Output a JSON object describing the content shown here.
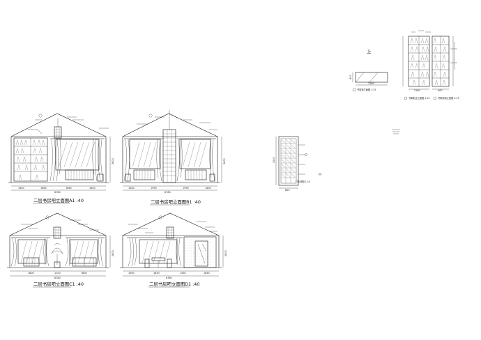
{
  "elevations": [
    {
      "id": "a1",
      "caption": "二层书房吧立面图A1 :40",
      "total_dim": "6780",
      "height_dim": "2800",
      "sub_dims": [
        "1400",
        "1680",
        "1680",
        "1400"
      ]
    },
    {
      "id": "b1",
      "caption": "二层书房吧立面图B1 :40",
      "total_dim": "6780",
      "height_dim": "2800",
      "sub_dims": [
        "1400",
        "1990",
        "1990",
        "1400"
      ]
    },
    {
      "id": "c1",
      "caption": "二层书房吧立面图C1 :40",
      "total_dim": "6780",
      "height_dim": "2800",
      "sub_dims": [
        "1800",
        "1100",
        "1800"
      ]
    },
    {
      "id": "d1",
      "caption": "二层书房吧立面图D1 :40",
      "total_dim": "6780",
      "height_dim": "2800",
      "sub_dims": [
        "1560",
        "1850",
        "1430",
        "1850"
      ]
    }
  ],
  "door": {
    "caption": "门大样图 1:15",
    "height_dim": "2000",
    "width_dim": "800"
  },
  "shelf_plan": {
    "caption": "书架柜平面图 1:15",
    "width_dim": "2180",
    "depth_dim": "400"
  },
  "shelf_front": {
    "caption": "书架柜正立面图 1:15",
    "width_dim": "2180"
  },
  "shelf_side": {
    "caption": "书架柜侧立面图 1:15",
    "width_dim": "400"
  },
  "up_mark": "上"
}
